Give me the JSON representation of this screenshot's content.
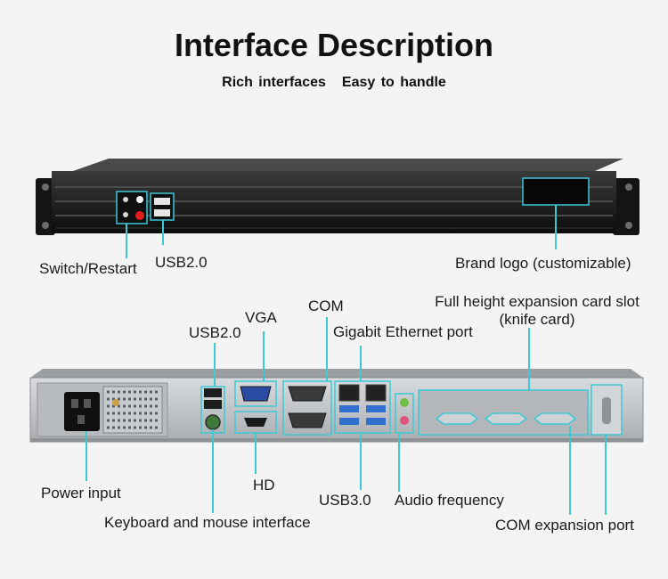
{
  "header": {
    "title": "Interface Description",
    "subtitle_left": "Rich interfaces",
    "subtitle_right": "Easy to handle"
  },
  "front_labels": {
    "switch": "Switch/Restart",
    "usb": "USB2.0",
    "brand": "Brand logo (customizable)"
  },
  "rear_labels": {
    "vga": "VGA",
    "com": "COM",
    "usb2": "USB2.0",
    "slot_line1": "Full height expansion card slot",
    "slot_line2": "(knife card)",
    "ethernet": "Gigabit Ethernet port",
    "power": "Power input",
    "hd": "HD",
    "usb3": "USB3.0",
    "audio": "Audio frequency",
    "keyboard": "Keyboard and mouse interface",
    "com_expansion": "COM expansion port"
  },
  "colors": {
    "callout": "#3cc8d6",
    "chassis_dark": "#1b1b1b",
    "chassis_rear": "#c9ccce",
    "usb3_blue": "#2f6fd0"
  }
}
